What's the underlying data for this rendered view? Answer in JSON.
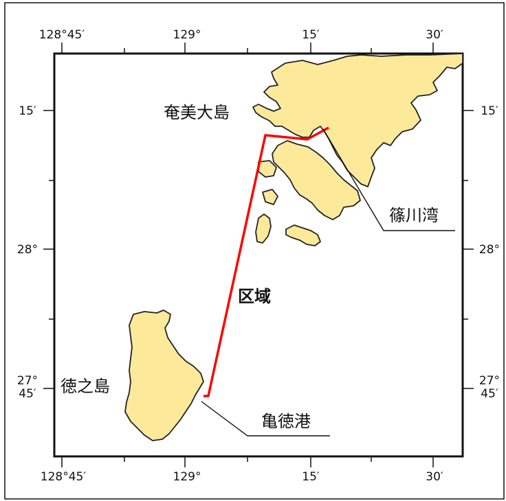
{
  "map": {
    "colors": {
      "land": "#fce99a",
      "coast": "#222222",
      "route": "#ff0000",
      "frame": "#111111",
      "background": "#ffffff"
    },
    "longitude_labels": {
      "lon_128_45": "128°45′",
      "lon_129": "129°",
      "lon_129_15": "15′",
      "lon_129_30": "30′"
    },
    "latitude_labels": {
      "lat_28_15": "15′",
      "lat_28": "28°",
      "lat_27_45_deg": "27°",
      "lat_27_45_min": "45′"
    },
    "places": {
      "amami_oshima": "奄美大島",
      "tokunoshima": "徳之島",
      "shinokawa_bay": "篠川湾",
      "kametoku_port": "亀徳港",
      "area": "区域"
    }
  }
}
